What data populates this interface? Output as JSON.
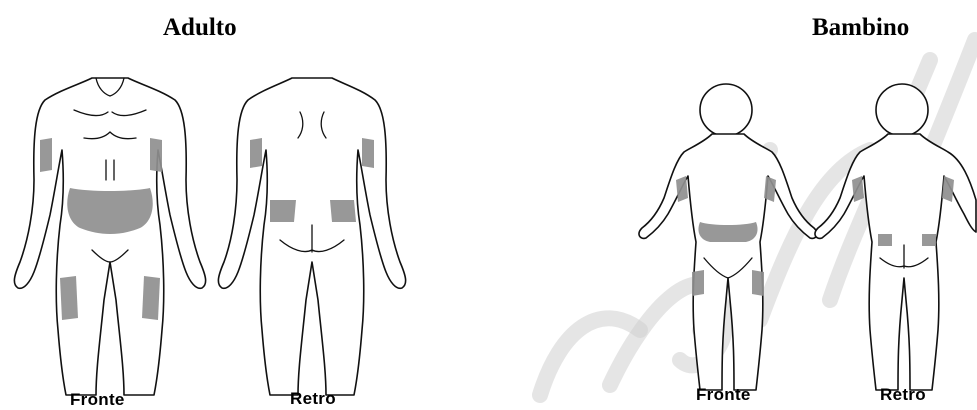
{
  "adult": {
    "title": "Adulto",
    "front_label": "Fronte",
    "back_label": "Retro"
  },
  "child": {
    "title": "Bambino",
    "front_label": "Fronte",
    "back_label": "Retro"
  },
  "colors": {
    "injection_site": "#8f8f8f",
    "outline": "#111111",
    "watermark": "#cfcfcf"
  }
}
